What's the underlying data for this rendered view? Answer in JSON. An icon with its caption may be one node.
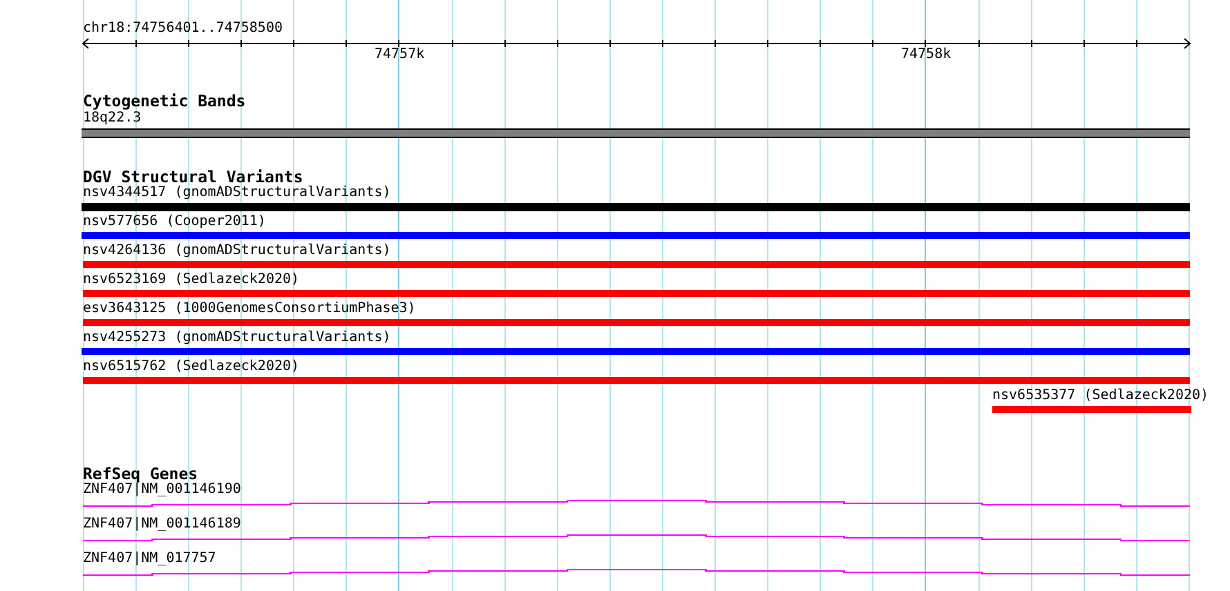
{
  "diagram": {
    "nodes": [
      {
        "text": [
          "18q22.3"
        ]
      },
      {
        "text": [
          "nsv4344517 (gnomADStructuralVariants)"
        ]
      },
      {
        "text": [
          "nsv577656 (Cooper2011)"
        ]
      },
      {
        "text": [
          "nsv4264136 (gnomADStructuralVariants)"
        ]
      },
      {
        "text": [
          "nsv6523169 (Sedlazeck2020)"
        ]
      },
      {
        "text": [
          "esv3643125 (1000GenomesConsortiumPhase3)"
        ]
      },
      {
        "text": [
          "nsv4255273 (gnomADStructuralVariants)"
        ]
      },
      {
        "text": [
          "nsv6515762 (Sedlazeck2020)"
        ]
      },
      {
        "text": [
          "nsv6535377 (Sedlazeck2020)"
        ]
      },
      {
        "text": [
          "ZNF407|NM_001146190"
        ]
      },
      {
        "text": [
          "ZNF407|NM_001146189"
        ]
      },
      {
        "text": [
          "ZNF407|NM_017757"
        ]
      }
    ],
    "labels": [
      "chr18:74756401..74758500",
      "74757k",
      "74758k",
      "Cytogenetic Bands",
      "DGV Structural Variants",
      "RefSeq Genes"
    ]
  }
}
